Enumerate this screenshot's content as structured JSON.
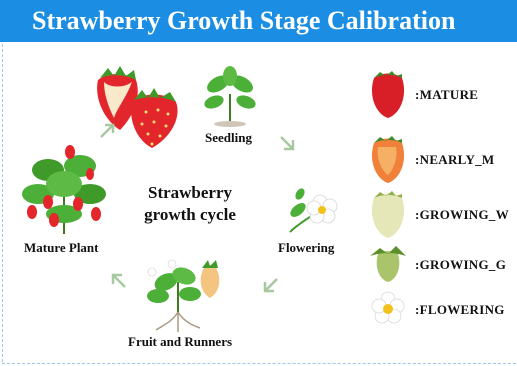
{
  "header": {
    "title": "Strawberry Growth Stage Calibration"
  },
  "cycle": {
    "center_title_line1": "Strawberry",
    "center_title_line2": "growth cycle",
    "stages": {
      "seedling": "Seedling",
      "flowering": "Flowering",
      "fruit_and_runners": "Fruit and Runners",
      "mature_plant": "Mature Plant"
    }
  },
  "legend": [
    {
      "label": ":MATURE"
    },
    {
      "label": ":NEARLY_M"
    },
    {
      "label": ":GROWING_W"
    },
    {
      "label": ":GROWING_G"
    },
    {
      "label": ":FLOWERING"
    }
  ],
  "colors": {
    "header": "#1b8ee3",
    "arrow": "#a8c9a0",
    "strawberry_red": "#e3262b",
    "leaf_green": "#3f9a2a"
  }
}
